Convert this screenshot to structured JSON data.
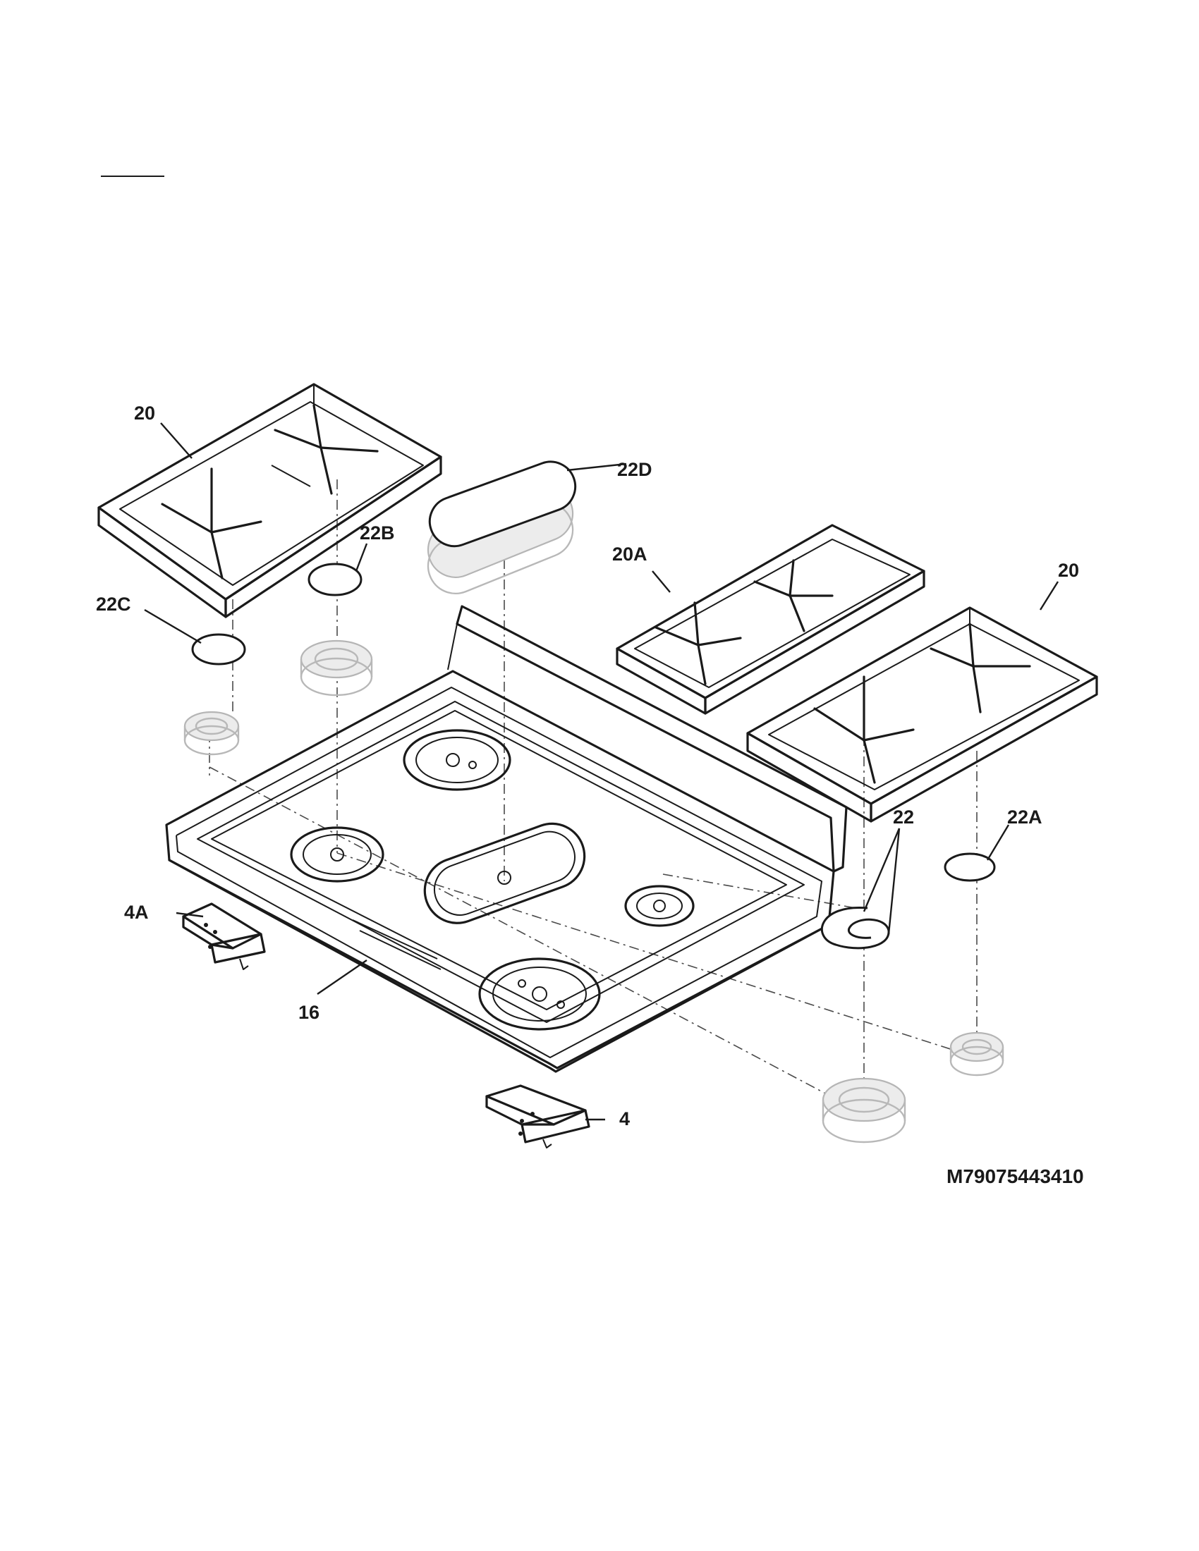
{
  "callouts": {
    "grate_left": "20",
    "grate_right": "20",
    "grate_center": "20A",
    "cap_center_oval": "22D",
    "cap_back_left": "22B",
    "cap_front_left": "22C",
    "cap_back_right": "22A",
    "cap_front_right": "22",
    "cooktop": "16",
    "bracket_left": "4A",
    "bracket_right": "4"
  },
  "diagram_code": "M79075443410"
}
